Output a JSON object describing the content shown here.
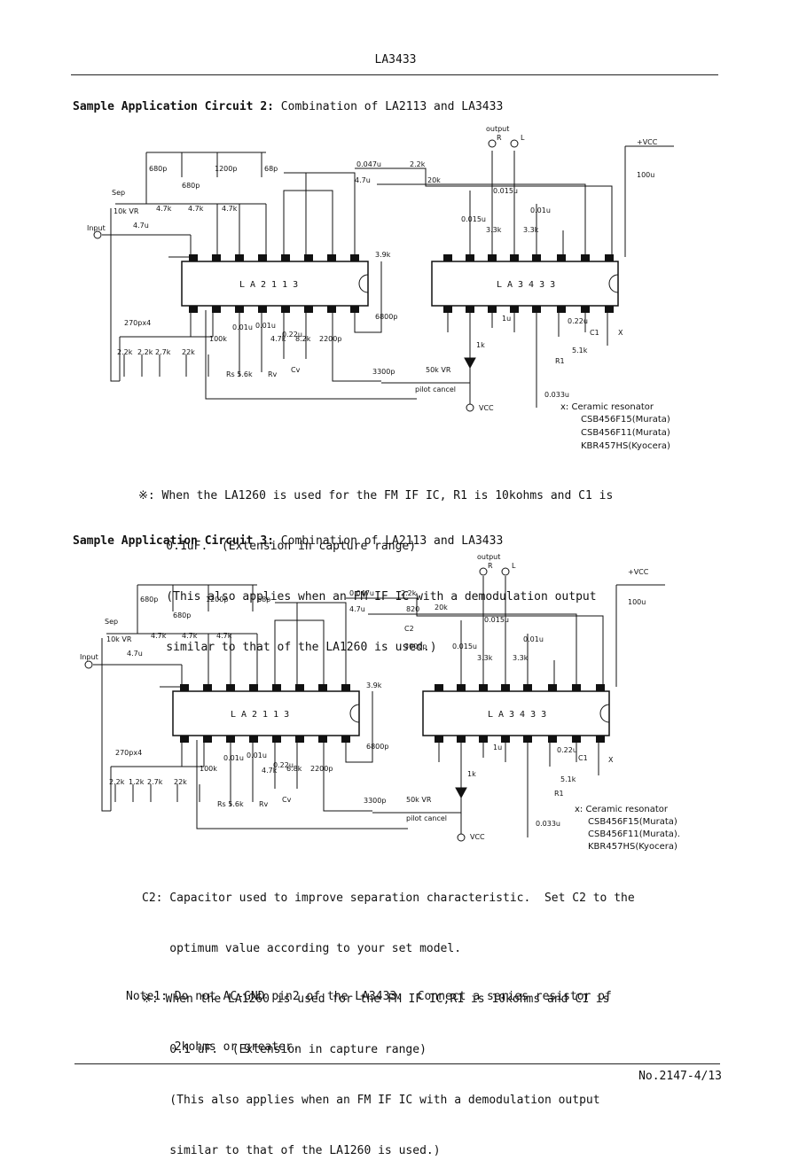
{
  "header": {
    "part_number": "LA3433"
  },
  "circuit2": {
    "title_bold": "Sample Application Circuit 2:",
    "title_rest": " Combination of LA2113 and LA3433",
    "labels": {
      "output": "output",
      "r": "R",
      "l": "L",
      "vcc_top": "+VCC",
      "c100u": "100u",
      "c680p_a": "680p",
      "c680p_b": "680p",
      "c1200p": "1200p",
      "c68p": "68p",
      "sep": "Sep",
      "vr10k": "10k VR",
      "r47k_a": "4.7k",
      "r47k_b": "4.7k",
      "r47k_c": "4.7k",
      "input": "Input",
      "c47u": "4.7u",
      "c0047u": "0.047u",
      "r22k": "2.2k",
      "c47u_b": "4.7u",
      "r20k": "20k",
      "c0015u": "0.015u",
      "c0015u_b": "0.015u",
      "r33k_a": "3.3k",
      "r33k_b": "3.3k",
      "c001u": "0.01u",
      "r39k": "3.9k",
      "c6800p": "6800p",
      "ic_left": "LA2113",
      "ic_right": "LA3433",
      "c270p": "270px4",
      "r22k_1": "2.2k",
      "r22k_2": "2.2k",
      "r27k": "2.7k",
      "r22k_3": "22k",
      "r100k": "100k",
      "c001u_b": "0.01u",
      "c001u_c": "0.01u",
      "rs": "Rs 5.6k",
      "rv": "Rv",
      "r47k_d": "4.7k",
      "c022u": "0.22u",
      "r82k": "8.2k",
      "cv": "Cv",
      "c2200p": "2200p",
      "c3300p": "3300p",
      "vr50k": "50k VR",
      "pilot": "pilot cancel",
      "vcc_bottom": "VCC",
      "r1k": "1k",
      "c1u": "1u",
      "c022u_b": "0.22u",
      "c1": "C1",
      "x": "X",
      "r51k": "5.1k",
      "r1": "R1",
      "c0033u": "0.033u"
    },
    "resonator": {
      "heading": "x: Ceramic resonator",
      "items": [
        "CSB456F15(Murata)",
        "CSB456F11(Murata)",
        "KBR457HS(Kyocera)"
      ]
    },
    "note": {
      "line1": "※: When the LA1260 is used for the FM IF IC, R1 is 10kohms and C1 is",
      "line2": "    0.1uF.  (Extension in capture range)",
      "line3": "    (This also applies when an FM IF IC with a demodulation output",
      "line4": "    similar to that of the LA1260 is used.)"
    }
  },
  "circuit3": {
    "title_bold": "Sample Application Circuit 3:",
    "title_rest": " Combination of LA2113 and LA3433",
    "labels": {
      "output": "output",
      "r": "R",
      "l": "L",
      "vcc_top": "+VCC",
      "c100u": "100u",
      "c680p_a": "680p",
      "c680p_b": "680p",
      "c1200p": "1200p",
      "c68p": "68p",
      "sep": "Sep",
      "vr10k": "10k VR",
      "r47k_a": "4.7k",
      "r47k_b": "4.7k",
      "r47k_c": "4.7k",
      "input": "Input",
      "c47u": "4.7u",
      "c0047u": "0.047u",
      "r22k": "2.2k",
      "c47u_b": "4.7u",
      "r820": "820",
      "r20k": "20k",
      "c2": "C2",
      "c3000p": "3000p",
      "c0015u": "0.015u",
      "c0015u_b": "0.015u",
      "r33k_a": "3.3k",
      "r33k_b": "3.3k",
      "c001u": "0.01u",
      "r39k": "3.9k",
      "c6800p": "6800p",
      "ic_left": "LA2113",
      "ic_right": "LA3433",
      "c270p": "270px4",
      "r22k_1": "2.2k",
      "r22k_2": "1.2k",
      "r27k": "2.7k",
      "r22k_3": "22k",
      "r100k": "100k",
      "c001u_b": "0.01u",
      "c001u_c": "0.01u",
      "rs": "Rs 5.6k",
      "rv": "Rv",
      "r47k_d": "4.7k",
      "c022u": "0.22u",
      "r68k": "6.8k",
      "cv": "Cv",
      "c2200p": "2200p",
      "c3300p": "3300p",
      "vr50k": "50k VR",
      "pilot": "pilot cancel",
      "vcc_bottom": "VCC",
      "r1k": "1k",
      "c1u": "1u",
      "c022u_b": "0.22u",
      "c1": "C1",
      "x": "X",
      "r51k": "5.1k",
      "r1": "R1",
      "c0033u": "0.033u"
    },
    "resonator": {
      "heading": "x: Ceramic resonator",
      "items": [
        "CSB456F15(Murata)",
        "CSB456F11(Murata).",
        "KBR457HS(Kyocera)"
      ]
    },
    "notes": {
      "c2_line1": "C2: Capacitor used to improve separation characteristic.  Set C2 to the",
      "c2_line2": "    optimum value according to your set model.",
      "star_line1": "※: When the LA1260 is used for the FM IF IC,R1 is 10kohms and C1 is",
      "star_line2": "    0.1 uF.  (Extension in capture range)",
      "star_line3": "    (This also applies when an FM IF IC with a demodulation output",
      "star_line4": "    similar to that of the LA1260 is used.)",
      "note1_line1": "Note1: Do not AC-GND pin2 of the LA3433.  Connect a series resistor of",
      "note1_line2": "       2kohms or greater."
    }
  },
  "footer": {
    "page": "No.2147-4/13"
  }
}
